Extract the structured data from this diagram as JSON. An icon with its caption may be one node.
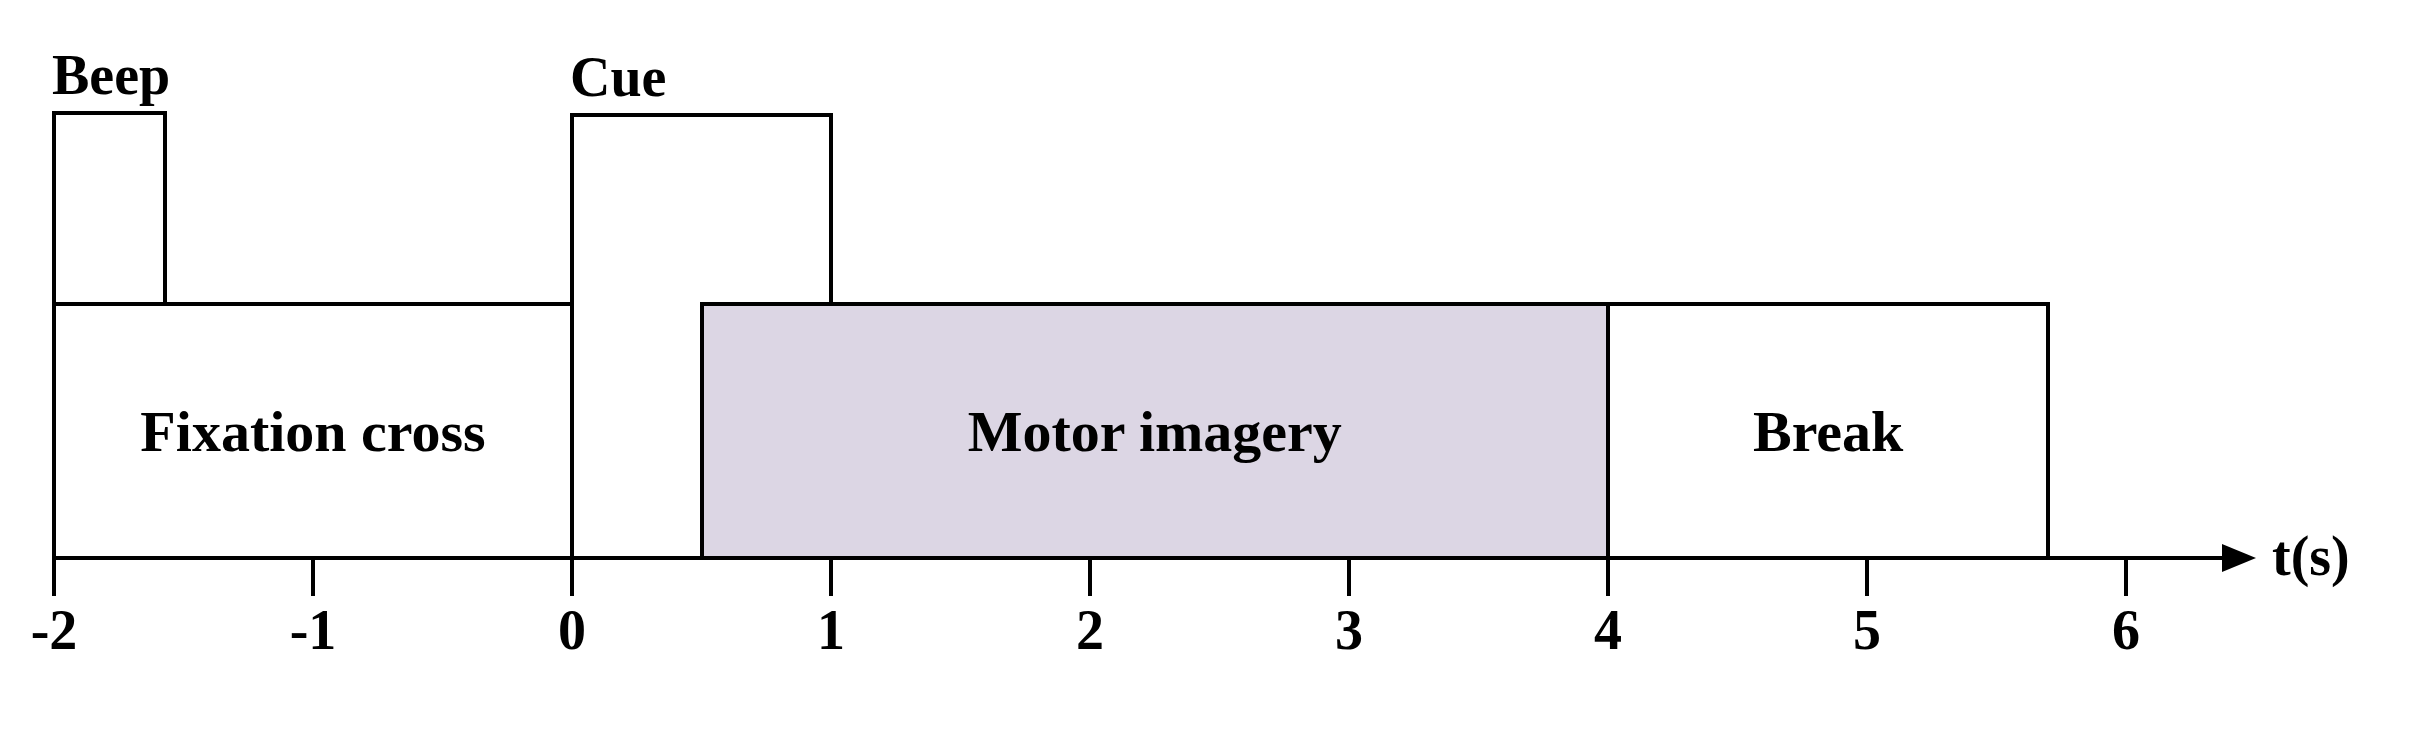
{
  "diagram": {
    "nodes": [
      {
        "text": [
          "Beep"
        ]
      },
      {
        "text": [
          "Cue"
        ]
      },
      {
        "text": [
          "Fixation cross"
        ]
      },
      {
        "text": [
          "Motor imagery"
        ]
      },
      {
        "text": [
          "Break"
        ]
      }
    ],
    "labels": [
      "-2",
      "-1",
      "0",
      "1",
      "2",
      "3",
      "4",
      "5",
      "6",
      "t(s)"
    ]
  }
}
